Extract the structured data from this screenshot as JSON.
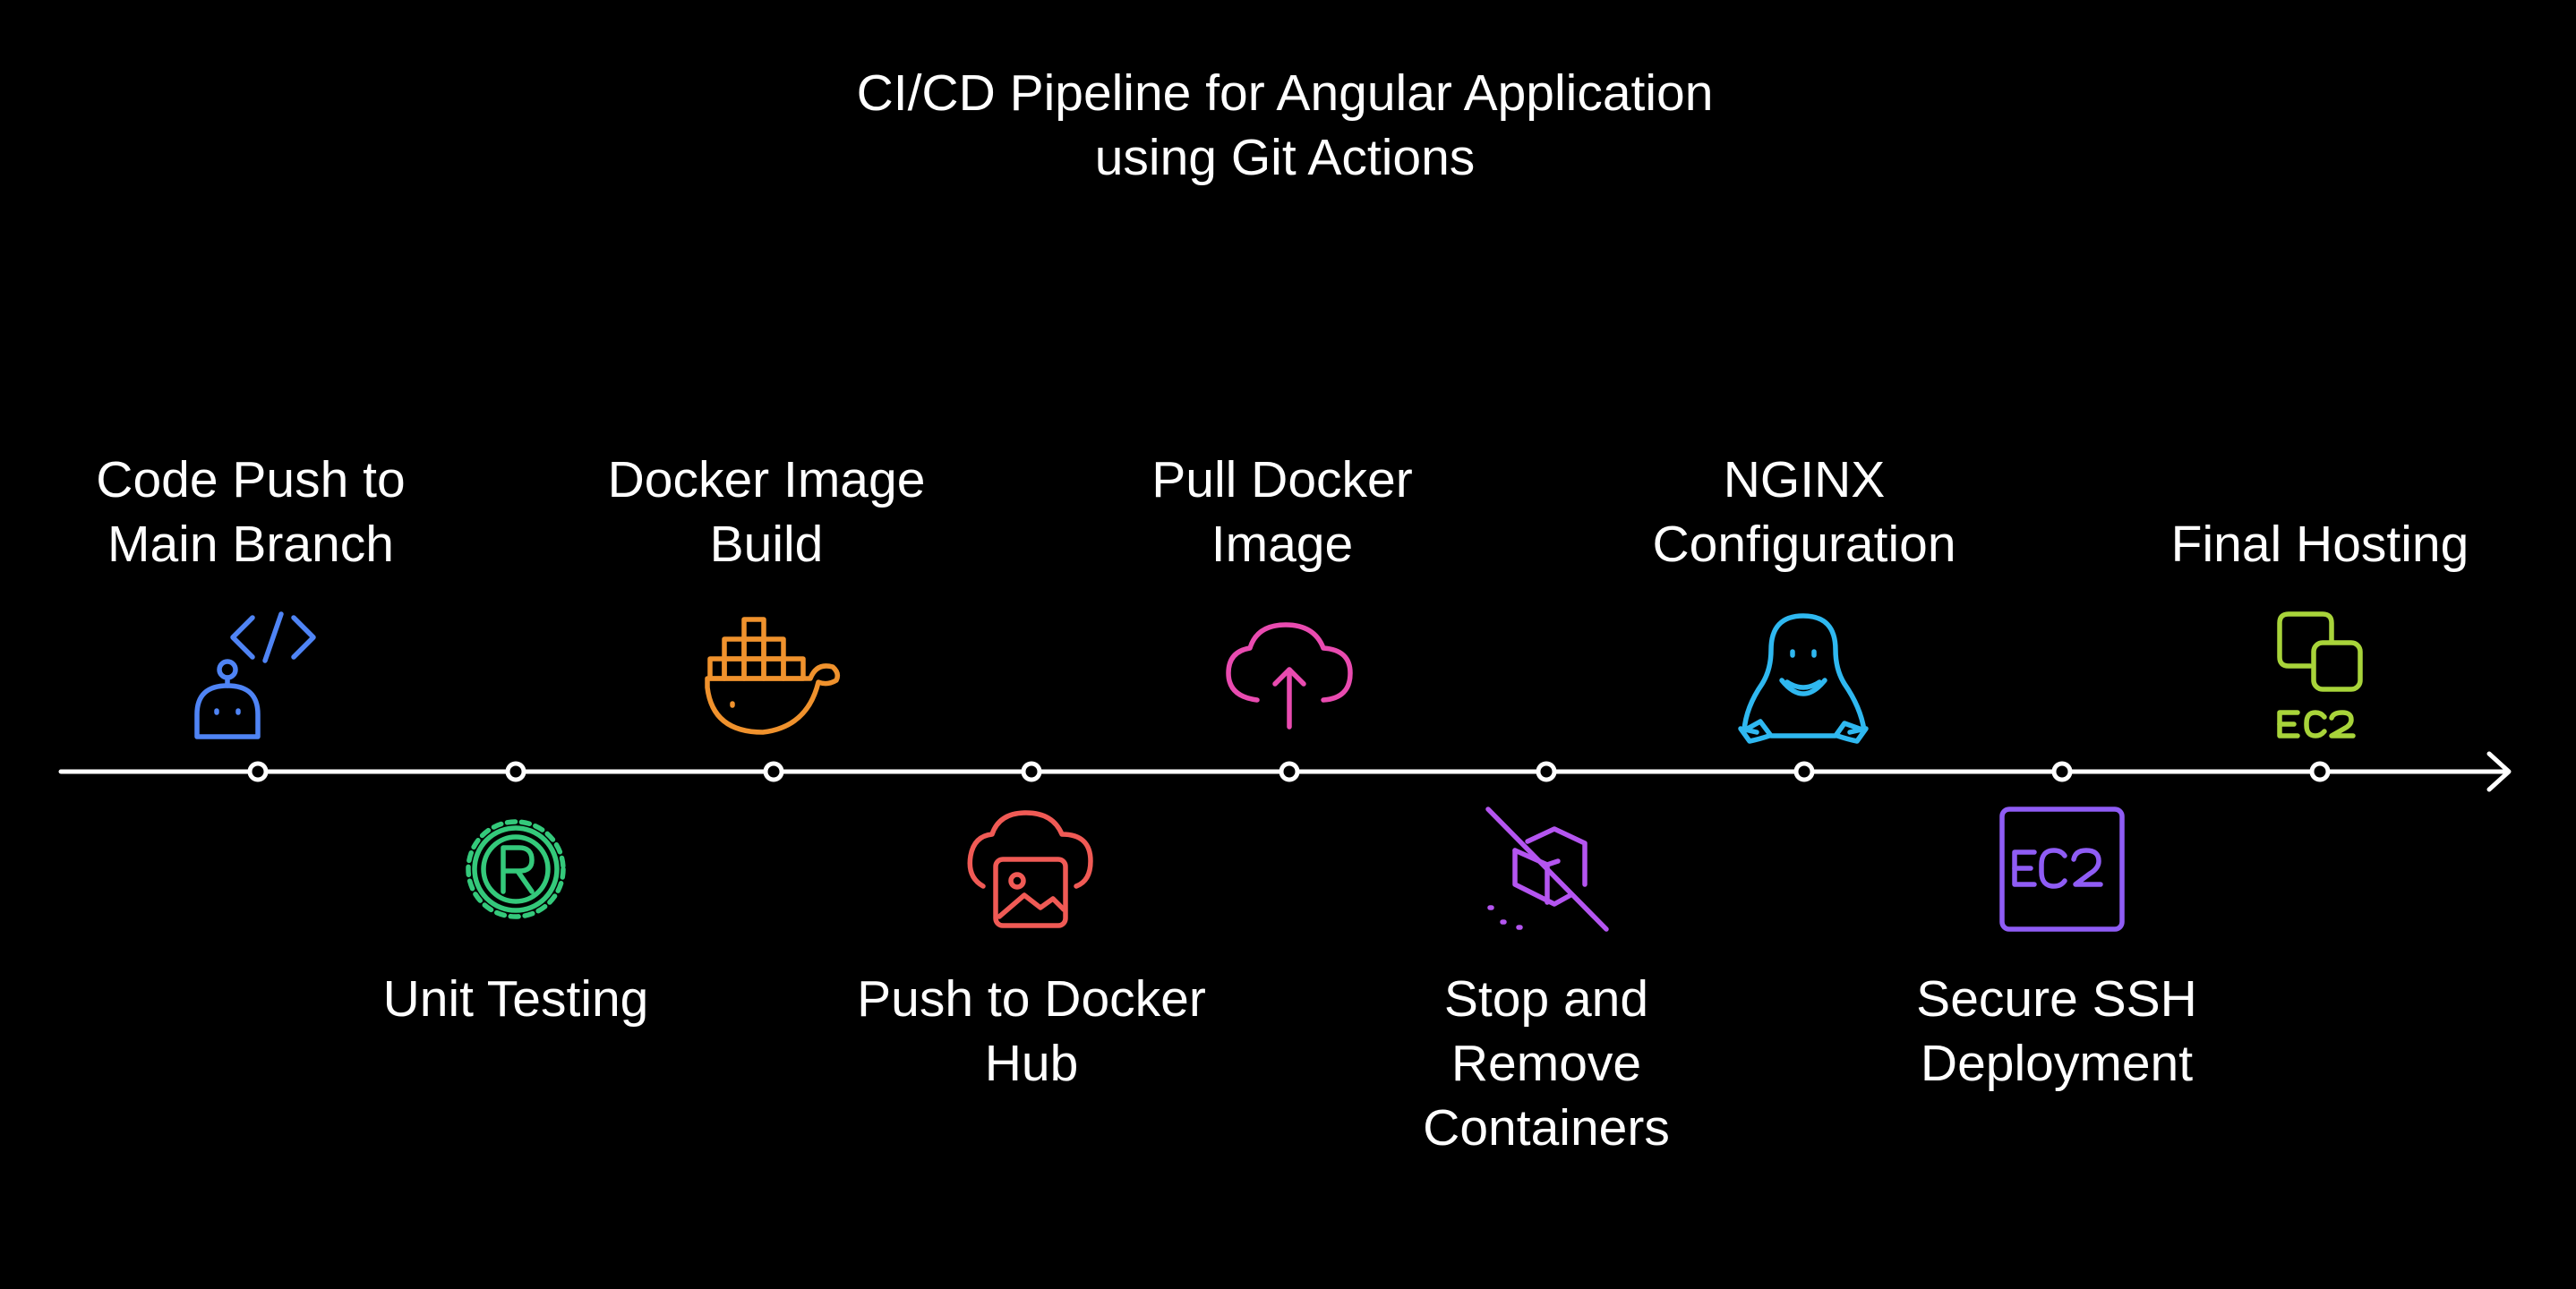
{
  "title": {
    "line1": "CI/CD Pipeline for Angular Application",
    "line2": "using Git Actions"
  },
  "steps": [
    {
      "lines": [
        "Code Push to",
        "Main Branch"
      ],
      "icon": "robot-code-icon",
      "color": "#4f84f5"
    },
    {
      "lines": [
        "Unit Testing"
      ],
      "icon": "rust-gear-icon",
      "color": "#34c97b"
    },
    {
      "lines": [
        "Docker Image",
        "Build"
      ],
      "icon": "docker-whale-icon",
      "color": "#f0922d"
    },
    {
      "lines": [
        "Push to Docker",
        "Hub"
      ],
      "icon": "cloud-image-icon",
      "color": "#f05a55"
    },
    {
      "lines": [
        "Pull Docker",
        "Image"
      ],
      "icon": "cloud-upload-icon",
      "color": "#e94bb0"
    },
    {
      "lines": [
        "Stop and",
        "Remove",
        "Containers"
      ],
      "icon": "box-off-icon",
      "color": "#b455f0"
    },
    {
      "lines": [
        "NGINX",
        "Configuration"
      ],
      "icon": "linux-penguin-icon",
      "color": "#2fb8f0"
    },
    {
      "lines": [
        "Secure SSH",
        "Deployment"
      ],
      "icon": "ec2-square-icon",
      "color": "#8f5cf5"
    },
    {
      "lines": [
        "Final Hosting"
      ],
      "icon": "ec2-copy-icon",
      "color": "#a8d43a"
    }
  ]
}
